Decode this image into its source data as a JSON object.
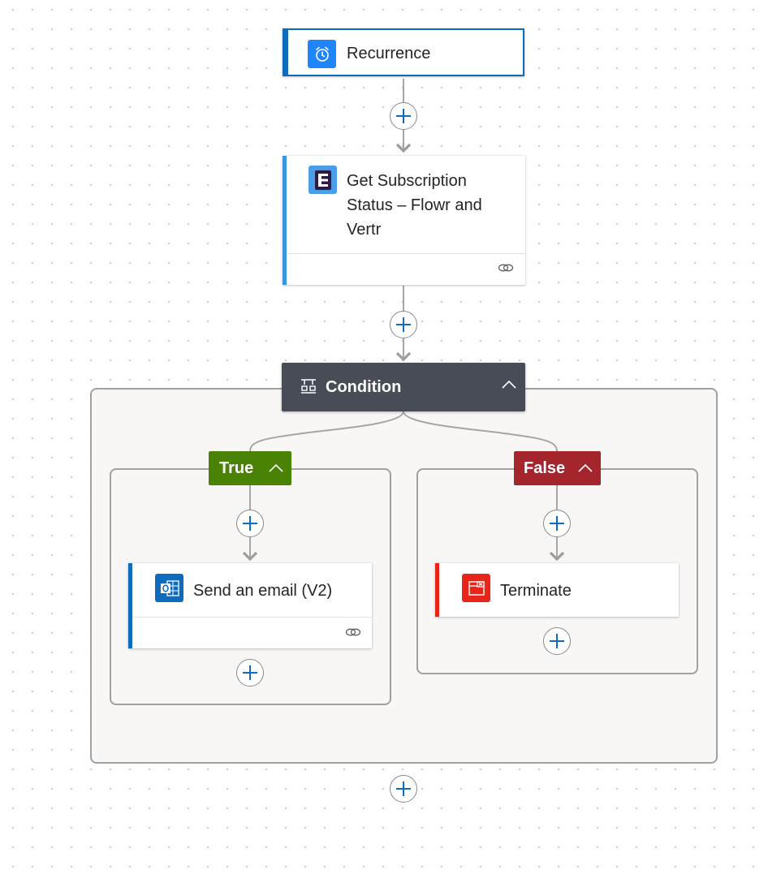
{
  "colors": {
    "action_accent": "#0f6cbd",
    "trigger_border": "#0f6cbd",
    "condition_header": "#474c57",
    "true_branch": "#498205",
    "false_branch": "#a4262c",
    "terminate_icon_bg": "#e8251a",
    "outlook_icon_bg": "#0f6cbd"
  },
  "trigger": {
    "title": "Recurrence",
    "icon": "alarm-clock-icon"
  },
  "action_get_status": {
    "title_lines": [
      "Get Subscription",
      "Status – Flowr and",
      "Vertr"
    ],
    "icon": "custom-connector-icon",
    "footer_icon": "link-icon"
  },
  "condition": {
    "title": "Condition",
    "icon": "condition-icon",
    "collapse_icon": "chevron-up-icon"
  },
  "branches": {
    "true": {
      "label": "True",
      "action": {
        "title": "Send an email (V2)",
        "icon": "outlook-icon",
        "footer_icon": "link-icon"
      }
    },
    "false": {
      "label": "False",
      "action": {
        "title": "Terminate",
        "icon": "terminate-icon"
      }
    }
  },
  "add_step_icon": "plus-icon"
}
